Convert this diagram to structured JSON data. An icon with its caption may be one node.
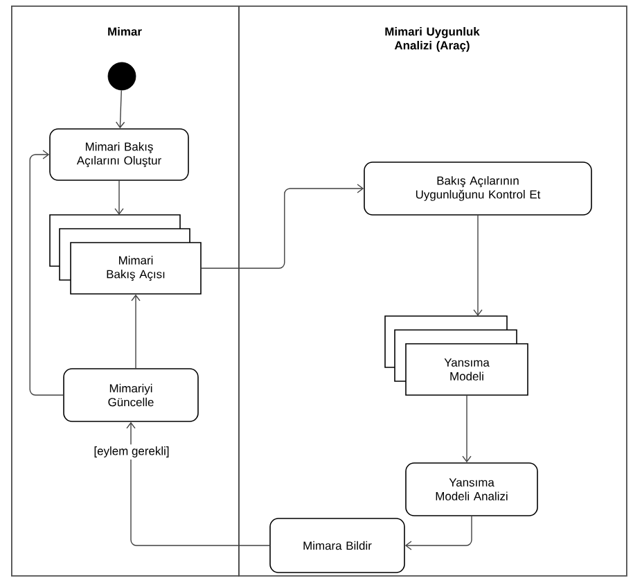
{
  "diagram": {
    "nodes": [
      {
        "text": [
          "Mimar"
        ]
      },
      {
        "text": [
          "Mimari Uygunluk Analizi (Araç)"
        ]
      },
      {
        "text": [],
        "shape": "circle",
        "in": 0
      },
      {
        "text": [
          "Mimari Bakış Açılarını Oluştur"
        ],
        "in": 0
      },
      {
        "text": [
          "Mimari Bakış Açısı"
        ],
        "in": 0
      },
      {
        "text": [
          "Mimariyi Güncelle"
        ],
        "in": 0
      },
      {
        "text": [
          "Bakış Açılarının Uygunluğunu Kontrol Et"
        ],
        "in": 1
      },
      {
        "text": [
          "Yansıma Modeli"
        ],
        "in": 1
      },
      {
        "text": [
          "Yansıma Modeli Analizi"
        ],
        "in": 1
      },
      {
        "text": [
          "Mimara Bildir"
        ],
        "in": 1
      }
    ],
    "edges": [
      {
        "from": 2,
        "to": 3,
        "arrow": "to"
      },
      {
        "from": 3,
        "to": 4,
        "arrow": "to"
      },
      {
        "from": 5,
        "to": 4,
        "arrow": "to"
      },
      {
        "from": 5,
        "to": 3,
        "arrow": "to"
      },
      {
        "from": 4,
        "to": 6,
        "arrow": "to"
      },
      {
        "from": 6,
        "to": 7,
        "arrow": "to"
      },
      {
        "from": 7,
        "to": 8,
        "arrow": "to"
      },
      {
        "from": 8,
        "to": 9,
        "arrow": "to"
      },
      {
        "from": 9,
        "to": 5,
        "label": "[eylem gerekli]",
        "arrow": "to"
      }
    ]
  }
}
